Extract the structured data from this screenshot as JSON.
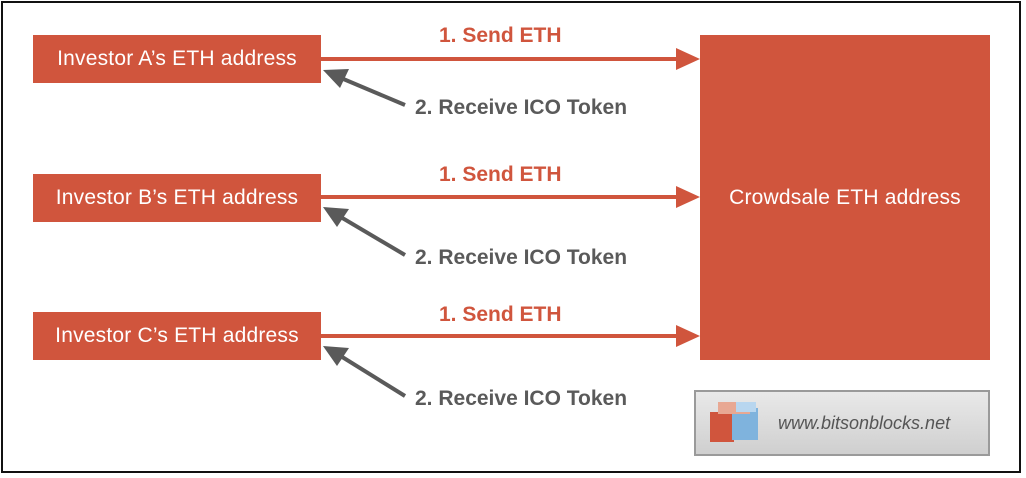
{
  "investors": [
    {
      "label": "Investor A’s ETH address"
    },
    {
      "label": "Investor B’s ETH address"
    },
    {
      "label": "Investor C’s ETH address"
    }
  ],
  "crowdsale": {
    "label": "Crowdsale ETH address"
  },
  "flows": {
    "send_label": "1. Send ETH",
    "receive_label": "2. Receive ICO Token"
  },
  "watermark": {
    "text": "www.bitsonblocks.net"
  },
  "colors": {
    "accent": "#d0553d",
    "receive_arrow": "#5a5a5a"
  }
}
